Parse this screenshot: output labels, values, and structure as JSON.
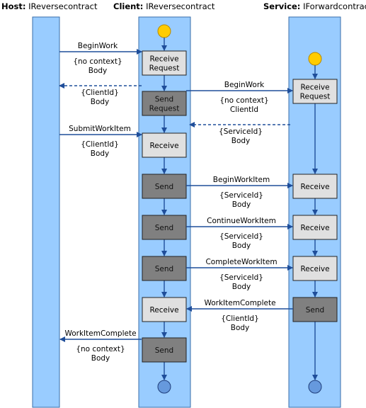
{
  "headers": {
    "host": {
      "role": "Host:",
      "contract": "IReversecontract"
    },
    "client": {
      "role": "Client:",
      "contract": "IReversecontract"
    },
    "service": {
      "role": "Service:",
      "contract": "IForwardcontract"
    }
  },
  "colors": {
    "lane_fill": "#99ccff",
    "lane_stroke": "#3a6ea8",
    "light_box": "#e0e0e0",
    "dark_box": "#808080",
    "arrow": "#1f4e9a",
    "start": "#ffcc00",
    "end": "#6699dd"
  },
  "client_boxes": [
    {
      "id": "c-receive-request",
      "lines": [
        "Receive",
        "Request"
      ],
      "style": "light"
    },
    {
      "id": "c-send-request",
      "lines": [
        "Send",
        "Request"
      ],
      "style": "dark"
    },
    {
      "id": "c-receive-1",
      "lines": [
        "Receive"
      ],
      "style": "light"
    },
    {
      "id": "c-send-1",
      "lines": [
        "Send"
      ],
      "style": "dark"
    },
    {
      "id": "c-send-2",
      "lines": [
        "Send"
      ],
      "style": "dark"
    },
    {
      "id": "c-send-3",
      "lines": [
        "Send"
      ],
      "style": "dark"
    },
    {
      "id": "c-receive-2",
      "lines": [
        "Receive"
      ],
      "style": "light"
    },
    {
      "id": "c-send-4",
      "lines": [
        "Send"
      ],
      "style": "dark"
    }
  ],
  "service_boxes": [
    {
      "id": "s-receive-request",
      "lines": [
        "Receive",
        "Request"
      ],
      "style": "light"
    },
    {
      "id": "s-receive-1",
      "lines": [
        "Receive"
      ],
      "style": "light"
    },
    {
      "id": "s-receive-2",
      "lines": [
        "Receive"
      ],
      "style": "light"
    },
    {
      "id": "s-receive-3",
      "lines": [
        "Receive"
      ],
      "style": "light"
    },
    {
      "id": "s-send-1",
      "lines": [
        "Send"
      ],
      "style": "dark"
    }
  ],
  "messages": [
    {
      "id": "msg-beginwork-host",
      "lines": [
        "BeginWork",
        "{no context}",
        "Body"
      ],
      "dashed": false
    },
    {
      "id": "msg-clientid-back",
      "lines": [
        "{ClientId}",
        "Body"
      ],
      "dashed": true
    },
    {
      "id": "msg-beginwork-client",
      "lines": [
        "BeginWork",
        "{no context}",
        "ClientId"
      ],
      "dashed": false
    },
    {
      "id": "msg-serviceid-back",
      "lines": [
        "{ServiceId}",
        "Body"
      ],
      "dashed": true
    },
    {
      "id": "msg-submitworkitem",
      "lines": [
        "SubmitWorkItem",
        "{ClientId}",
        "Body"
      ],
      "dashed": false
    },
    {
      "id": "msg-beginworkitem",
      "lines": [
        "BeginWorkItem",
        "{ServiceId}",
        "Body"
      ],
      "dashed": false
    },
    {
      "id": "msg-continueworkitem",
      "lines": [
        "ContinueWorkItem",
        "{ServiceId}",
        "Body"
      ],
      "dashed": false
    },
    {
      "id": "msg-completeworkitem",
      "lines": [
        "CompleteWorkItem",
        "{ServiceId}",
        "Body"
      ],
      "dashed": false
    },
    {
      "id": "msg-workitemcomplete-service",
      "lines": [
        "WorkItemComplete",
        "{ClientId}",
        "Body"
      ],
      "dashed": false
    },
    {
      "id": "msg-workitemcomplete-client",
      "lines": [
        "WorkItemComplete",
        "{no context}",
        "Body"
      ],
      "dashed": false
    }
  ]
}
